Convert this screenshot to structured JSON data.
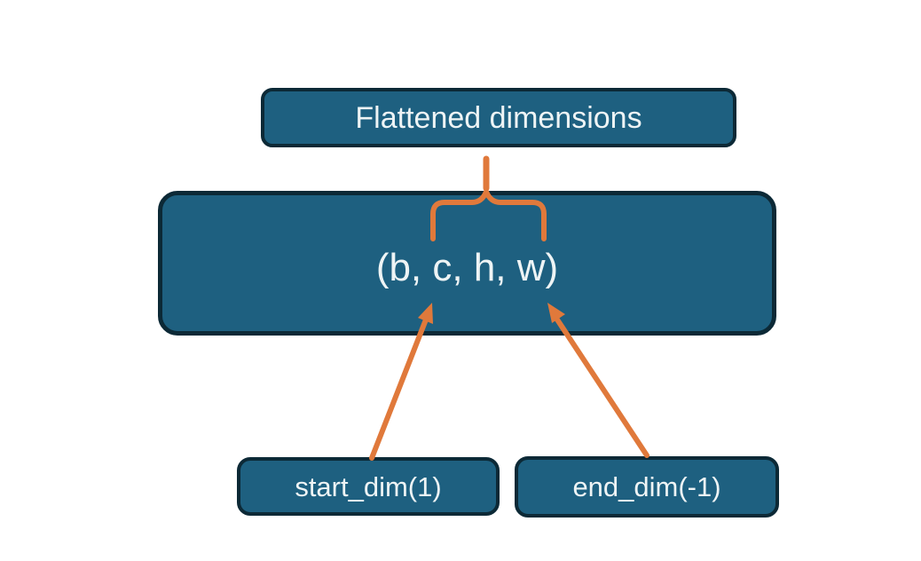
{
  "diagram": {
    "title_box": {
      "label": "Flattened dimensions"
    },
    "tensor_box": {
      "label": "(b, c, h, w)"
    },
    "start_dim_box": {
      "label": "start_dim(1)"
    },
    "end_dim_box": {
      "label": "end_dim(-1)"
    }
  },
  "colors": {
    "box_fill": "#1e6080",
    "box_border": "#0c2936",
    "accent_orange": "#e0793b",
    "text": "#eef4f5",
    "background": "#ffffff"
  }
}
